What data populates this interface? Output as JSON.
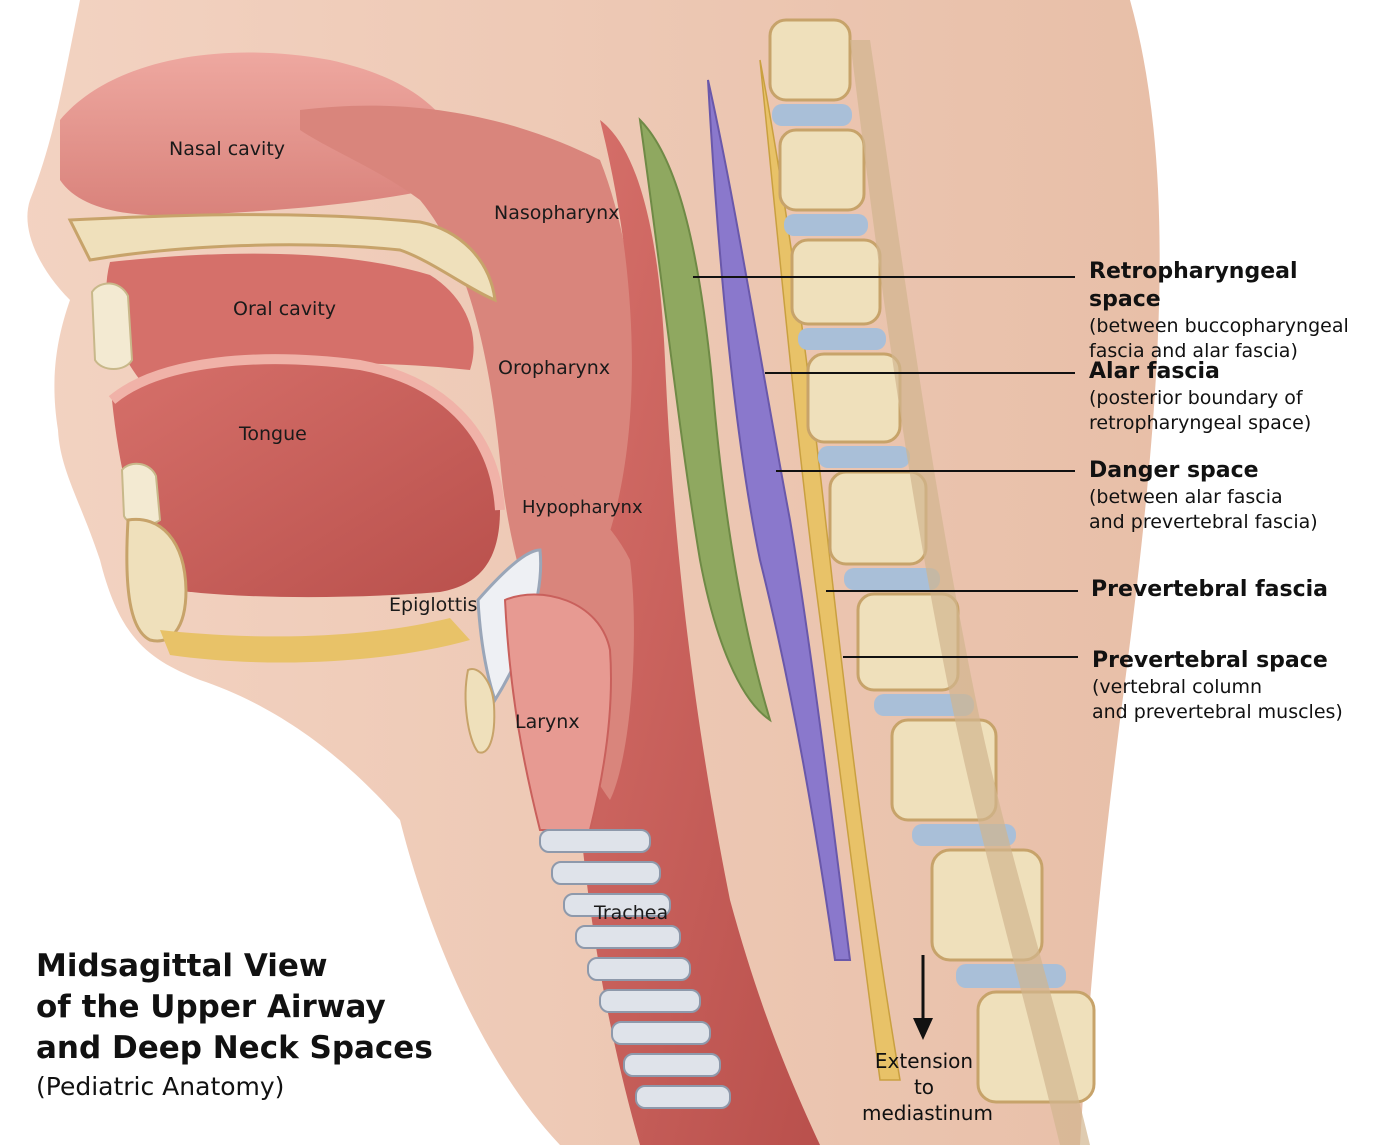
{
  "anatomy_labels": {
    "nasal_cavity": "Nasal cavity",
    "nasopharynx": "Nasopharynx",
    "oral_cavity": "Oral cavity",
    "oropharynx": "Oropharynx",
    "tongue": "Tongue",
    "hypopharynx": "Hypopharynx",
    "epiglottis": "Epiglottis",
    "larynx": "Larynx",
    "trachea": "Trachea"
  },
  "callouts": [
    {
      "heading": "Retropharyngeal space",
      "detail": [
        "(between buccopharyngeal",
        "fascia and alar fascia)"
      ]
    },
    {
      "heading": "Alar fascia",
      "detail": [
        "(posterior boundary of",
        "retropharyngeal space)"
      ]
    },
    {
      "heading": "Danger space",
      "detail": [
        "(between alar fascia",
        "and prevertebral fascia)"
      ]
    },
    {
      "heading": "Prevertebral fascia",
      "detail": []
    },
    {
      "heading": "Prevertebral space",
      "detail": [
        "(vertebral column",
        "and prevertebral muscles)"
      ]
    }
  ],
  "extension": {
    "line1": "Extension to",
    "line2": "mediastinum"
  },
  "title": {
    "line1": "Midsagittal View",
    "line2": "of the Upper Airway",
    "line3": "and Deep Neck Spaces",
    "subtitle": "(Pediatric Anatomy)"
  },
  "colors": {
    "retropharyngeal_space": "#8fa860",
    "danger_space": "#8a78cc",
    "prevertebral_fat": "#e8c268",
    "muscle": "#c9605c",
    "mucosa": "#e89a94",
    "bone": "#efe0bb",
    "disc": "#a9bfd8",
    "skin": "#f2d6c4"
  }
}
